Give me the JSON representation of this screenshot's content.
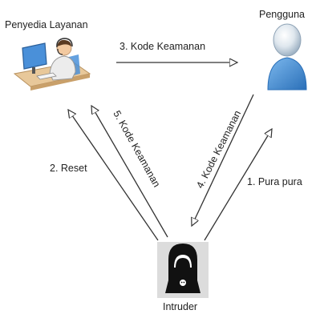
{
  "actors": {
    "provider": {
      "label": "Penyedia Layanan",
      "icon": "customer-service-operator-icon"
    },
    "user": {
      "label": "Pengguna",
      "icon": "user-person-icon"
    },
    "intruder": {
      "label": "Intruder",
      "icon": "hooded-hacker-laptop-icon"
    }
  },
  "flows": {
    "step1": "1. Pura pura",
    "step2": "2. Reset",
    "step3": "3. Kode Keamanan",
    "step4": "4. Kode Keamanan",
    "step5": "5. Kode Keamanan"
  },
  "colors": {
    "arrow": "#333333",
    "user_blue": "#3d8fd6",
    "operator_skin": "#f2c9a0",
    "operator_shirt": "#e9e9e9",
    "monitor_blue": "#4a90d9",
    "desk": "#e8c89a",
    "hacker_bg": "#dcdcdc",
    "hacker_black": "#111111"
  }
}
